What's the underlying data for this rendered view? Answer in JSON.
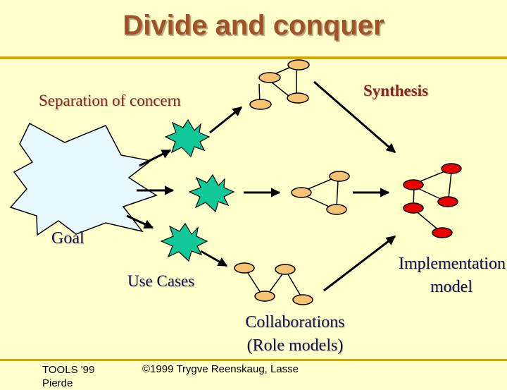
{
  "title": "Divide and conquer",
  "labels": {
    "separation": "Separation of concern",
    "synthesis": "Synthesis",
    "goal": "Goal",
    "use_cases": "Use Cases",
    "implementation_line1": "Implementation",
    "implementation_line2": "model",
    "collaborations_line1": "Collaborations",
    "collaborations_line2": "(Role models)"
  },
  "footer": {
    "left_line1": "TOOLS '99",
    "left_line2": "Pierde",
    "center": "©1999 Trygve Reenskaug, Lasse"
  },
  "colors": {
    "background": "#FFFFCC",
    "title": "#A0522D",
    "rule": "#D8A800",
    "goal_star": "#E8F8FF",
    "use_case_star": "#10C898",
    "role_node": "#F5C372",
    "impl_node": "#E80000",
    "heading_text": "#8B2525",
    "body_text": "#101050"
  }
}
